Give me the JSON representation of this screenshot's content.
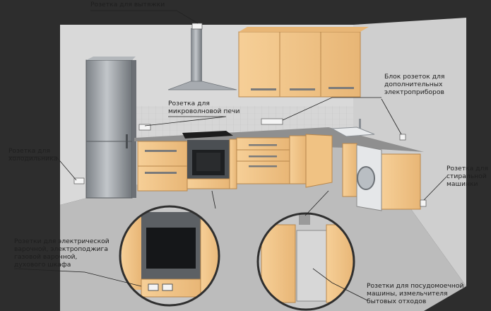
{
  "colors": {
    "background": "#2d2d2d",
    "wall": "#d8d8d8",
    "floor": "#bdbdbd",
    "cabinet": "#f2c58a",
    "countertop": "#8f8f8f",
    "appliance_steel": "#9ea3a8",
    "leader_line": "#222222"
  },
  "callouts": {
    "hood_socket": "Розетка для вытяжки",
    "microwave_socket": "Розетка для\nмикроволновой печи",
    "extra_block": "Блок розеток для\nдополнительных\nэлектроприборов",
    "fridge_socket": "Розетка для\nхолодильника",
    "washer_socket": "Розетка для\nстиральной\nмашинки",
    "hob_oven_socket": "Розетки для электрической\nварочной, электроподжига\nгазовой варочной,\nдухового шкафа",
    "dishwasher_socket": "Розетки для посудомоечной\nмашины, измельчителя\nбытовых отходов"
  },
  "icons": [
    "wall-socket-icon",
    "range-hood-icon",
    "refrigerator-icon",
    "oven-icon",
    "cooktop-icon",
    "sink-icon",
    "washing-machine-icon",
    "dishwasher-icon"
  ]
}
